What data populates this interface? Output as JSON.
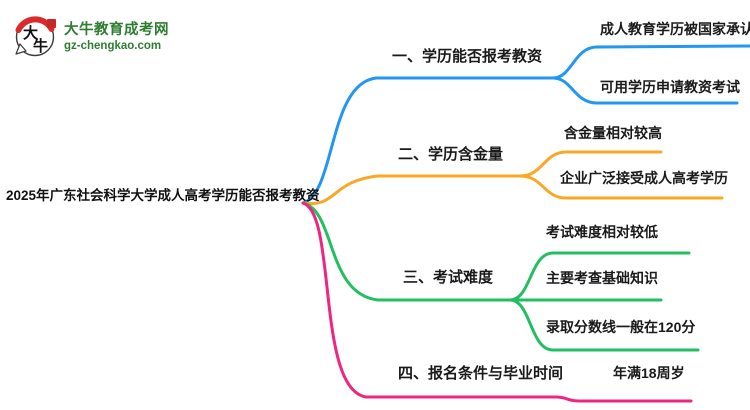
{
  "site": {
    "logo_title": "大牛教育成考网",
    "logo_domain": "gz-chengkao.com",
    "logo_glyph_top": "大",
    "logo_glyph_bottom": "牛",
    "brand_color": "#2e7d32"
  },
  "mindmap": {
    "root": "2025年广东社会科学大学成人高考学历能否报考教资",
    "branches": [
      {
        "label": "一、学历能否报考教资",
        "color": "#2196F3",
        "children": [
          "成人教育学历被国家承认",
          "可用学历申请教资考试"
        ]
      },
      {
        "label": "二、学历含金量",
        "color": "#F9A825",
        "children": [
          "含金量相对较高",
          "企业广泛接受成人高考学历"
        ]
      },
      {
        "label": "三、考试难度",
        "color": "#21BF61",
        "children": [
          "考试难度相对较低",
          "主要考查基础知识",
          "录取分数线一般在120分"
        ]
      },
      {
        "label": "四、报名条件与毕业时间",
        "color": "#F0257F",
        "children": [
          "年满18周岁"
        ]
      }
    ]
  }
}
